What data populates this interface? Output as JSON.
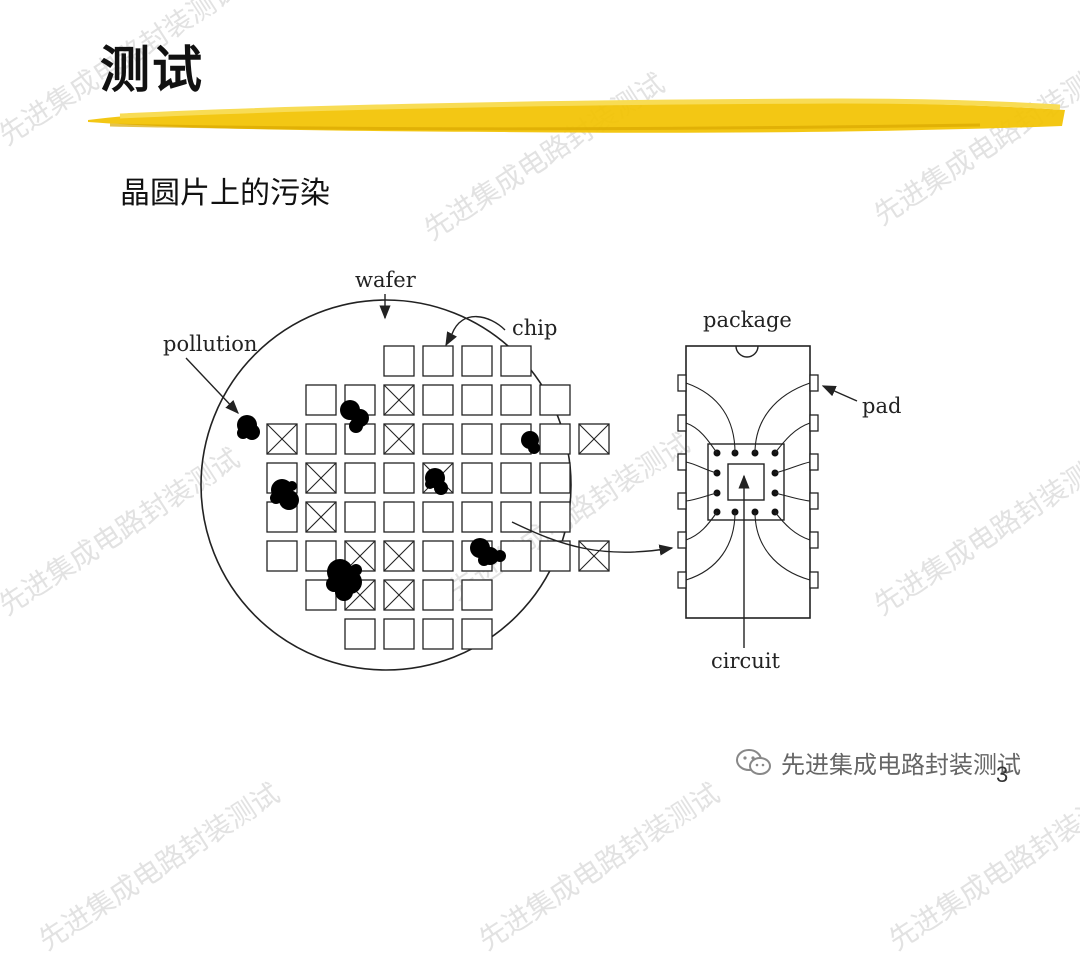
{
  "slide": {
    "title": "测试",
    "subtitle": "晶圆片上的污染",
    "page_number": "3",
    "brand": "先进集成电路封装测试",
    "watermark_text": "先进集成电路封装测试",
    "accent_color": "#f2c200"
  },
  "diagram": {
    "labels": {
      "wafer": "wafer",
      "chip": "chip",
      "pollution": "pollution",
      "package": "package",
      "pad": "pad",
      "circuit": "circuit"
    },
    "wafer_rows": [
      ".....oooo",
      "...ooxoooo",
      "..xooxoooox",
      "..oxooxooo",
      "..oxoooooo",
      "..ooxxoooox",
      "...oxxoo",
      "....oooo"
    ]
  }
}
